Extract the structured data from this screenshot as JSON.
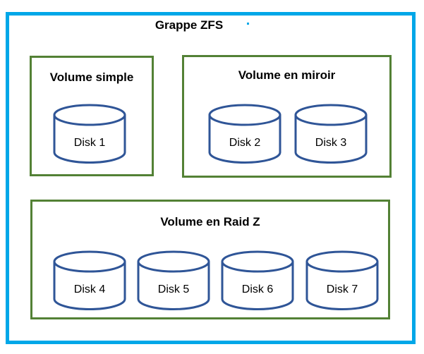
{
  "pool": {
    "title": "Grappe ZFS",
    "volumes": [
      {
        "name": "Volume simple",
        "disks": [
          "Disk 1"
        ]
      },
      {
        "name": "Volume en miroir",
        "disks": [
          "Disk 2",
          "Disk 3"
        ]
      },
      {
        "name": "Volume en Raid Z",
        "disks": [
          "Disk 4",
          "Disk 5",
          "Disk 6",
          "Disk 7"
        ]
      }
    ],
    "disk_shape": "cylinder-icon"
  },
  "colors": {
    "outer_border": "#00A7E8",
    "volume_border": "#538135",
    "disk_outline": "#2F5597",
    "text": "#000000",
    "background": "#FFFFFF"
  }
}
